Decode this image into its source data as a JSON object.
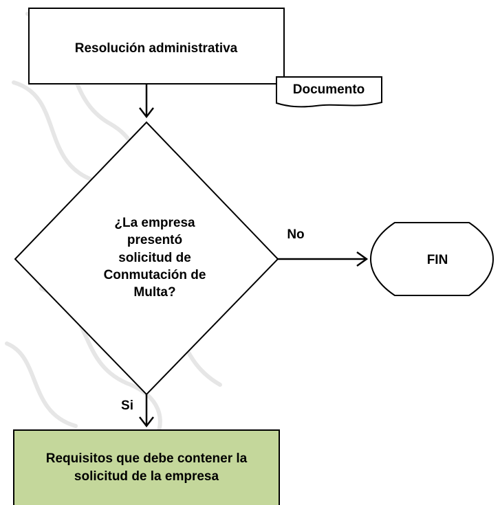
{
  "flowchart": {
    "start_box": {
      "label": "Resolución administrativa"
    },
    "document_tag": {
      "label": "Documento"
    },
    "decision": {
      "lines": [
        "¿La empresa",
        "presentó",
        "solicitud de",
        "Conmutación de",
        "Multa?"
      ]
    },
    "no_branch": {
      "label": "No"
    },
    "end_terminal": {
      "label": "FIN"
    },
    "yes_branch": {
      "label": "Si"
    },
    "requirements_box": {
      "lines": [
        "Requisitos que debe contener la",
        "solicitud de la empresa"
      ]
    }
  },
  "colors": {
    "stroke": "#000000",
    "box_fill": "#ffffff",
    "requirements_fill": "#c4d79b",
    "watermark": "#e6e6e6"
  }
}
